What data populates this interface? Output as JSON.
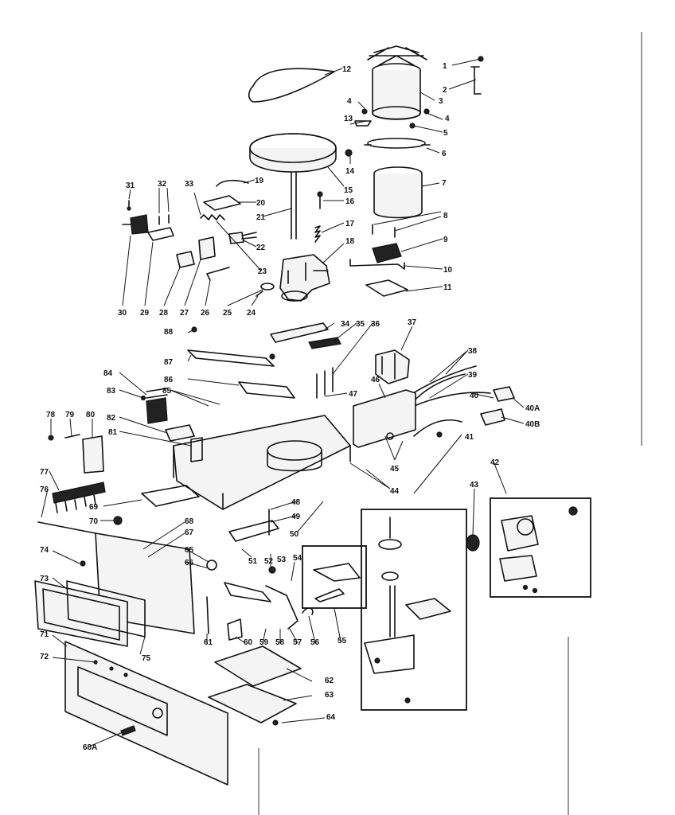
{
  "callouts": {
    "c1": "1",
    "c2": "2",
    "c3": "3",
    "c4a": "4",
    "c4b": "4",
    "c5": "5",
    "c6": "6",
    "c7": "7",
    "c8": "8",
    "c9": "9",
    "c10": "10",
    "c11": "11",
    "c12": "12",
    "c13": "13",
    "c14": "14",
    "c15": "15",
    "c16": "16",
    "c17": "17",
    "c18": "18",
    "c19": "19",
    "c20": "20",
    "c21": "21",
    "c22": "22",
    "c23": "23",
    "c24": "24",
    "c25": "25",
    "c26": "26",
    "c27": "27",
    "c28": "28",
    "c29": "29",
    "c30": "30",
    "c31": "31",
    "c32": "32",
    "c33": "33",
    "c34": "34",
    "c35": "35",
    "c36": "36",
    "c37": "37",
    "c38": "38",
    "c39": "39",
    "c40": "40",
    "c40a": "40A",
    "c40b": "40B",
    "c41": "41",
    "c42": "42",
    "c43": "43",
    "c44": "44",
    "c45": "45",
    "c46": "46",
    "c47": "47",
    "c48": "48",
    "c49": "49",
    "c50": "50",
    "c51": "51",
    "c52": "52",
    "c53": "53",
    "c54": "54",
    "c55": "55",
    "c56": "56",
    "c57": "57",
    "c58": "58",
    "c59": "59",
    "c60": "60",
    "c61": "61",
    "c62": "62",
    "c63": "63",
    "c64": "64",
    "c65": "65",
    "c66": "66",
    "c67": "67",
    "c68": "68",
    "c68a": "68A",
    "c69": "69",
    "c70": "70",
    "c71": "71",
    "c72": "72",
    "c73": "73",
    "c74": "74",
    "c75": "75",
    "c76": "76",
    "c77": "77",
    "c78": "78",
    "c79": "79",
    "c80": "80",
    "c81": "81",
    "c82": "82",
    "c83": "83",
    "c84": "84",
    "c85": "85",
    "c86": "86",
    "c87": "87",
    "c88": "88"
  }
}
